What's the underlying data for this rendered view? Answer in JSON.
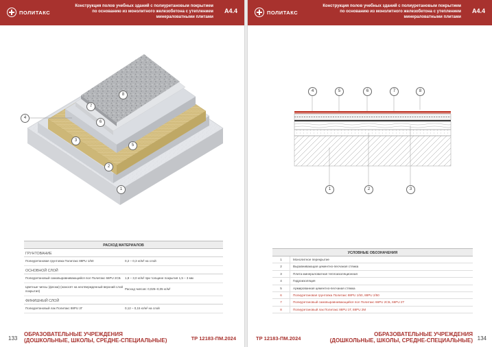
{
  "brand": {
    "name": "ПОЛИТАКС"
  },
  "header": {
    "title": "Конструкция полов учебных зданий с полиуретановым покрытием по основанию из монолитного железобетона с утеплением минераловатными плитами",
    "code": "А4.4"
  },
  "left": {
    "callouts": [
      "1",
      "2",
      "3",
      "4",
      "5",
      "6",
      "7",
      "8"
    ],
    "materials": {
      "title": "РАСХОД МАТЕРИАЛОВ",
      "sections": [
        {
          "name": "ГРУНТОВАНИЕ",
          "rows": [
            {
              "name": "Полиуретановая грунтовка Политакс 88PU 1/50",
              "value": "0,2 – 0,3 кг/м² на слой"
            }
          ]
        },
        {
          "name": "ОСНОВНОЙ СЛОЙ",
          "rows": [
            {
              "name": "Полиуретановый самовыравнивающийся пол Политакс 66PU 2СБ",
              "value": "1,8 – 3,0 кг/м² при толщине покрытия 1,5 – 3 мм"
            },
            {
              "name": "Цветные чипсы (флоки) (наносят на неотвержденный верхний слой покрытия)",
              "value": "Расход чипсов: 0,025–0,05 кг/м²"
            }
          ]
        },
        {
          "name": "ФИНИШНЫЙ СЛОЙ",
          "rows": [
            {
              "name": "Полиуретановый лак Политакс 88PU 2Г",
              "value": "0,12 – 0,15 кг/м² на слой"
            }
          ]
        }
      ]
    },
    "footer": {
      "page": "133",
      "category_line1": "ОБРАЗОВАТЕЛЬНЫЕ УЧРЕЖДЕНИЯ",
      "category_line2": "(ДОШКОЛЬНЫЕ, ШКОЛЫ, СРЕДНЕ-СПЕЦИАЛЬНЫЕ)",
      "doc": "ТР 12183-ПМ.2024"
    }
  },
  "right": {
    "callouts_top": [
      "4",
      "5",
      "6",
      "7",
      "8"
    ],
    "callouts_bottom": [
      "1",
      "2",
      "3"
    ],
    "legend": {
      "title": "УСЛОВНЫЕ ОБОЗНАЧЕНИЯ",
      "rows": [
        {
          "num": "1",
          "text": "Монолитное перекрытие",
          "highlight": false
        },
        {
          "num": "2",
          "text": "Выравнивающая цементно-песчаная стяжка",
          "highlight": false
        },
        {
          "num": "3",
          "text": "Плита минераловатная теплоизоляционная",
          "highlight": false
        },
        {
          "num": "4",
          "text": "Гидроизоляция",
          "highlight": false
        },
        {
          "num": "5",
          "text": "Армированная цементно-песчаная стяжка",
          "highlight": false
        },
        {
          "num": "6",
          "text": "Полиуретановая грунтовка Политакс 88PU 1/50, 88PU 2/50",
          "highlight": true
        },
        {
          "num": "7",
          "text": "Полиуретановый самовыравнивающийся пол Политакс 66PU 2СБ, 66PU 2Т",
          "highlight": true
        },
        {
          "num": "8",
          "text": "Полиуретановый лак Политакс 88PU 2Г, 88PU 2М",
          "highlight": true
        }
      ]
    },
    "footer": {
      "page": "134",
      "category_line1": "ОБРАЗОВАТЕЛЬНЫЕ УЧРЕЖДЕНИЯ",
      "category_line2": "(ДОШКОЛЬНЫЕ, ШКОЛЫ, СРЕДНЕ-СПЕЦИАЛЬНЫЕ)",
      "doc": "ТР 12183-ПМ.2024"
    }
  },
  "colors": {
    "brand_red": "#a8322e",
    "highlight_red": "#c0392b"
  }
}
